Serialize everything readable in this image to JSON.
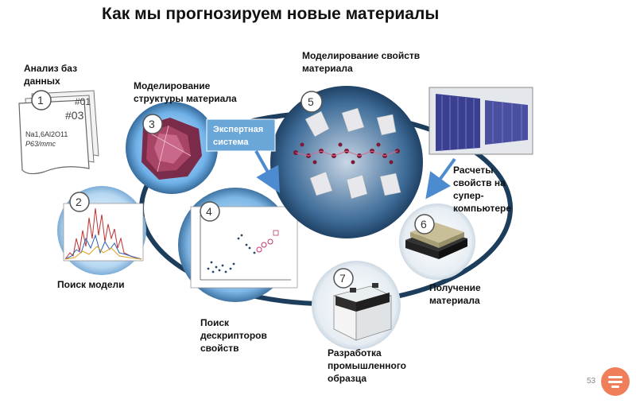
{
  "title": "Как мы прогнозируем новые материалы",
  "steps": {
    "s1": {
      "num": "1",
      "label": "Анализ баз данных"
    },
    "s2": {
      "num": "2",
      "label": "Поиск модели"
    },
    "s3": {
      "num": "3",
      "label": "Моделирование структуры материала"
    },
    "s4": {
      "num": "4",
      "label": "Поиск дескрипторов свойств"
    },
    "s5": {
      "num": "5",
      "label": "Моделирование свойств материала"
    },
    "s6": {
      "num": "6",
      "label": "Получение материала"
    },
    "s7": {
      "num": "7",
      "label": "Разработка промышленного образца"
    }
  },
  "doc_stack": {
    "tag_back": "#01",
    "tag_front": "#03",
    "formula": "Na1,6Al2O11",
    "space_group": "P63/mmc"
  },
  "expert_system": "Экспертная система",
  "supercomputer_label": "Расчеты свойств на супер-компьютере",
  "page_number": "53",
  "colors": {
    "ring": "#1c3d5c",
    "node": "#2f6f9f",
    "expert_box": "#6aa6d8",
    "arrow": "#4d8bd1",
    "logo": "#ef7f5a"
  },
  "icons": [
    "document-stack-icon",
    "spectrum-chart-icon",
    "crystal-structure-icon",
    "scatter-plot-icon",
    "supercomputer-image",
    "material-layers-icon",
    "battery-icon"
  ]
}
